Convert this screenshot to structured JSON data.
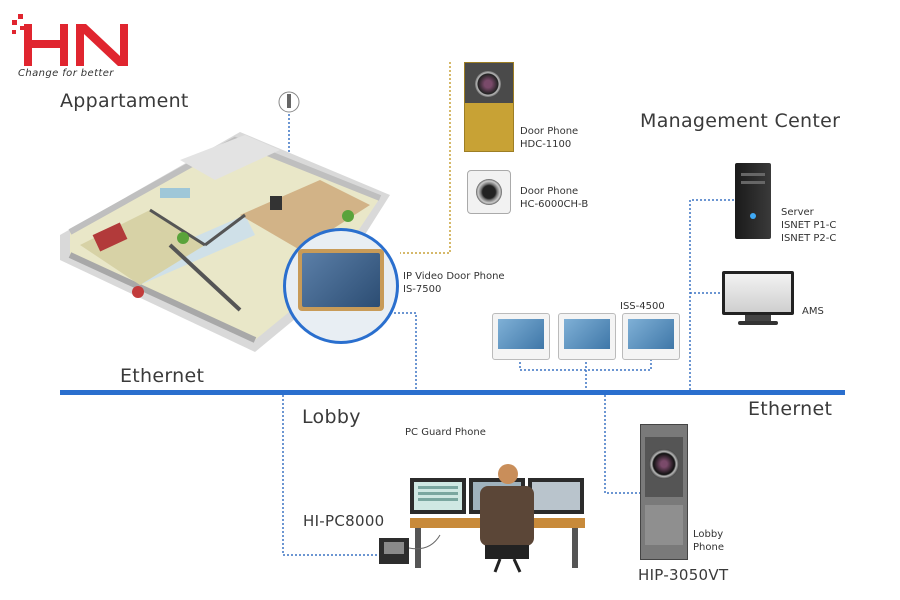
{
  "logo": {
    "letters": "HN",
    "tagline": "Change for better",
    "accent": "#e0252f"
  },
  "sections": {
    "apartment": "Appartament",
    "management": "Management Center",
    "lobby": "Lobby",
    "ethernet_left": "Ethernet",
    "ethernet_right": "Ethernet"
  },
  "devices": {
    "door_phone_1": {
      "name": "Door Phone",
      "model": "HDC-1100"
    },
    "door_phone_2": {
      "name": "Door Phone",
      "model": "HC-6000CH-B"
    },
    "indoor": {
      "name": "IP Video Door Phone",
      "model": "IS-7500"
    },
    "iss": {
      "model": "ISS-4500"
    },
    "server": {
      "name": "Server",
      "model1": "ISNET P1-C",
      "model2": "ISNET P2-C"
    },
    "ams": {
      "name": "AMS"
    },
    "pc_guard": {
      "name": "PC Guard Phone"
    },
    "hi_pc": {
      "model": "HI-PC8000"
    },
    "lobby_phone": {
      "name": "Lobby",
      "name2": "Phone",
      "model": "HIP-3050VT"
    }
  },
  "colors": {
    "ethernet": "#2a6fce",
    "dotted": "#3b73c4",
    "dotted_gold": "#c9a23a",
    "gold_panel": "#c8a235"
  }
}
